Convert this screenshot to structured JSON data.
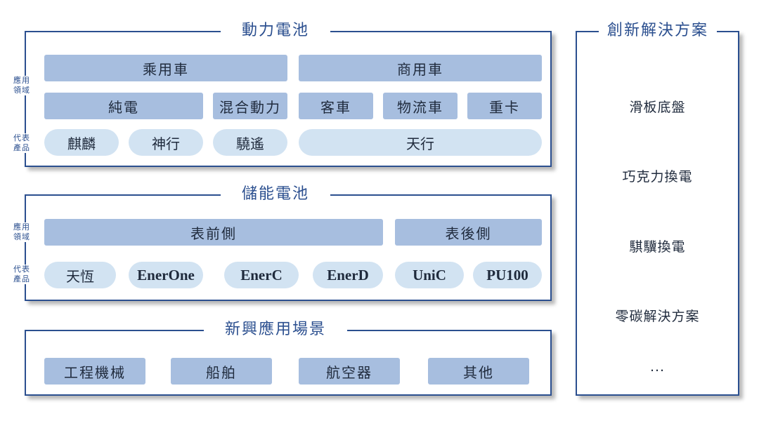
{
  "power_battery": {
    "title": "動力電池",
    "label_application": "應用\n領域",
    "label_products": "代表\n產品",
    "passenger_car": "乘用車",
    "commercial_vehicle": "商用車",
    "pure_electric": "純電",
    "hybrid": "混合動力",
    "bus": "客車",
    "logistics_vehicle": "物流車",
    "heavy_truck": "重卡",
    "products": [
      "麒麟",
      "神行",
      "驍遙",
      "天行"
    ]
  },
  "energy_storage": {
    "title": "儲能電池",
    "label_application": "應用\n領域",
    "label_products": "代表\n產品",
    "front_of_meter": "表前側",
    "behind_meter": "表後側",
    "products": [
      "天恆",
      "EnerOne",
      "EnerC",
      "EnerD",
      "UniC",
      "PU100"
    ]
  },
  "emerging": {
    "title": "新興應用場景",
    "items": [
      "工程機械",
      "船舶",
      "航空器",
      "其他"
    ]
  },
  "innovative_solutions": {
    "title": "創新解決方案",
    "items": [
      "滑板底盤",
      "巧克力換電",
      "騏驥換電",
      "零碳解決方案",
      "..."
    ]
  }
}
